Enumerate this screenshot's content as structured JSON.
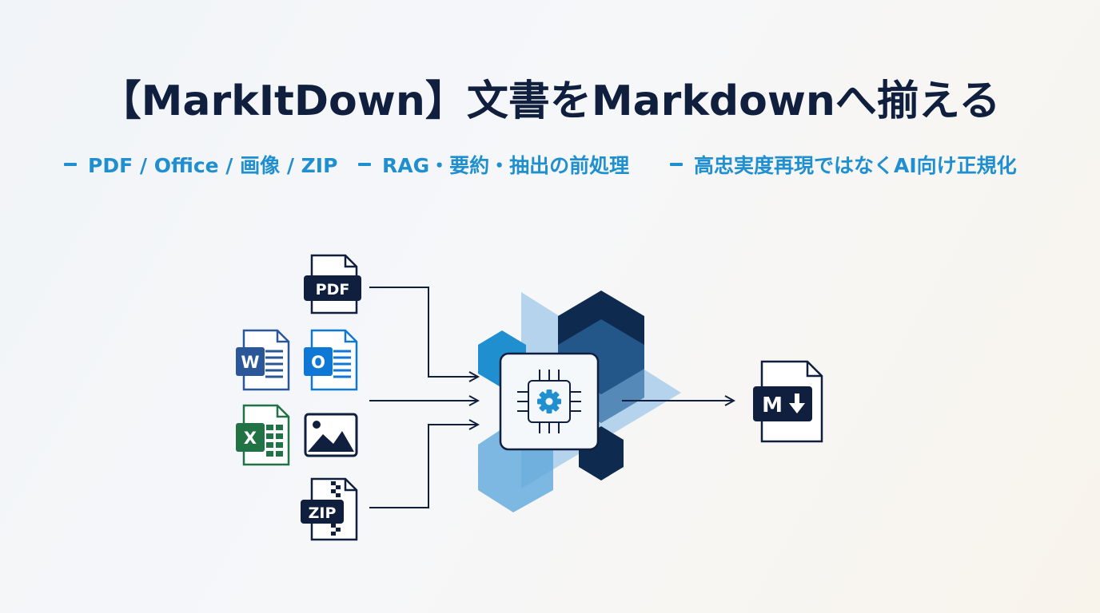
{
  "title": "【MarkItDown】文書をMarkdownへ揃える",
  "tags": [
    "PDF / Office / 画像 / ZIP",
    "RAG・要約・抽出の前処理",
    "高忠実度再現ではなくAI向け正規化"
  ],
  "icons": {
    "pdf_label": "PDF",
    "word_letter": "W",
    "outlook_letter": "O",
    "excel_letter": "X",
    "zip_label": "ZIP",
    "markdown_letter": "M"
  },
  "colors": {
    "navy": "#0f1f3d",
    "accent_blue": "#1f8fd0",
    "word_blue": "#2b579a",
    "outlook_blue": "#0f78d4",
    "excel_green": "#217346",
    "light_blue": "#7fb8e0"
  }
}
